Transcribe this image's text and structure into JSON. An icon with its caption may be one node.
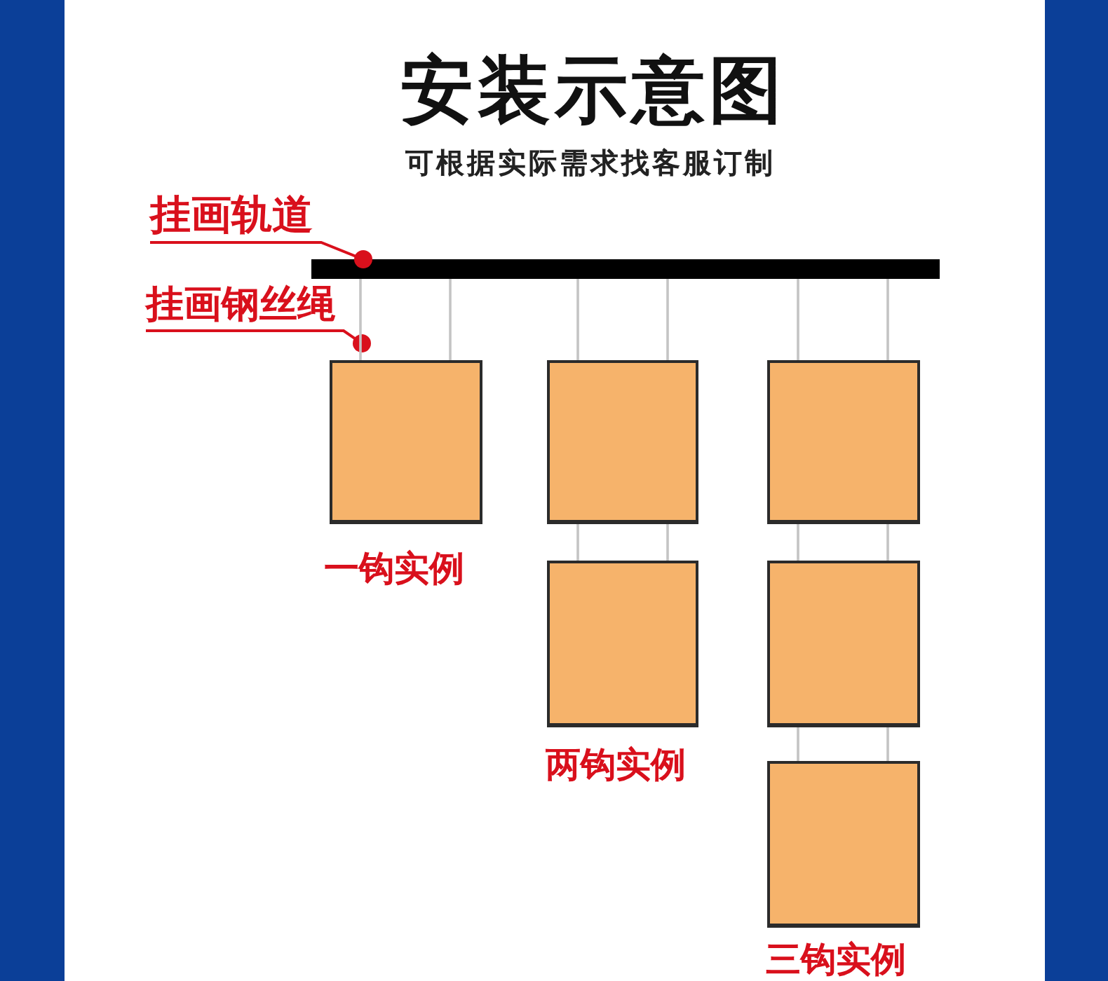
{
  "diagram": {
    "title": "安装示意图",
    "nodes": [
      {
        "text": [
          "挂画轨道"
        ]
      },
      {
        "text": [],
        "shape": "bar"
      },
      {
        "text": [
          "挂画钢丝绳"
        ]
      },
      {
        "text": [],
        "shape": "box",
        "beside": [
          "一钩实例"
        ]
      },
      {
        "text": [],
        "shape": "box"
      },
      {
        "text": [],
        "shape": "box"
      },
      {
        "text": [],
        "shape": "box",
        "beside": [
          "两钩实例"
        ]
      },
      {
        "text": [],
        "shape": "box"
      },
      {
        "text": [],
        "shape": "box",
        "beside": [
          "三钩实例"
        ]
      }
    ],
    "edges": [
      {
        "from": 0,
        "to": 1,
        "arrow": "other",
        "color": "#d9101c"
      },
      {
        "from": 2,
        "to": null,
        "arrow": "other",
        "color": "#d9101c"
      },
      {
        "from": 1,
        "to": 3,
        "arrow": "none"
      },
      {
        "from": 1,
        "to": 3,
        "arrow": "none"
      },
      {
        "from": 1,
        "to": 4,
        "arrow": "none"
      },
      {
        "from": 1,
        "to": 4,
        "arrow": "none"
      },
      {
        "from": 1,
        "to": 5,
        "arrow": "none"
      },
      {
        "from": 1,
        "to": 5,
        "arrow": "none"
      },
      {
        "from": 4,
        "to": 6,
        "arrow": "none"
      },
      {
        "from": 4,
        "to": 6,
        "arrow": "none"
      },
      {
        "from": 5,
        "to": 7,
        "arrow": "none"
      },
      {
        "from": 5,
        "to": 7,
        "arrow": "none"
      },
      {
        "from": 7,
        "to": 8,
        "arrow": "none"
      },
      {
        "from": 7,
        "to": 8,
        "arrow": "none"
      }
    ],
    "labels": [
      "可根据实际需求找客服订制"
    ]
  }
}
